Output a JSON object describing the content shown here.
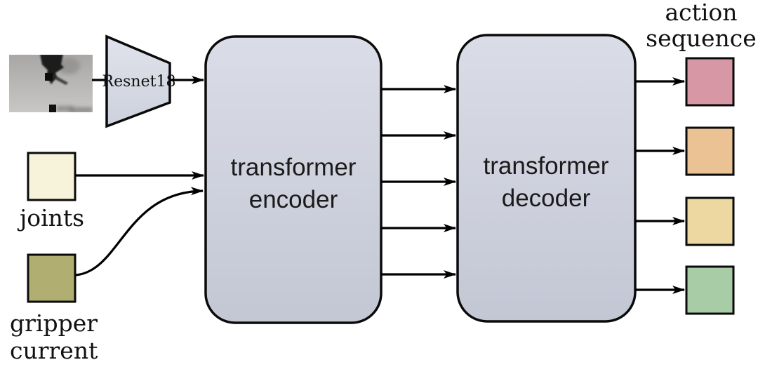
{
  "figure": {
    "type": "transformer-architecture-diagram",
    "resnet": {
      "label": "Resnet18"
    },
    "encoder": {
      "line1": "transformer",
      "line2": "encoder"
    },
    "decoder": {
      "line1": "transformer",
      "line2": "decoder"
    },
    "inputs": {
      "camera": {
        "description": "grayscale camera photo of robot gripper above small object"
      },
      "joints": {
        "label": "joints"
      },
      "gripper_current": {
        "line1": "gripper",
        "line2": "current"
      }
    },
    "outputs": {
      "heading_line1": "action",
      "heading_line2": "sequence",
      "square_count": 4
    },
    "arrows": {
      "encoder_to_decoder_count": 5,
      "decoder_to_output_count": 4
    }
  },
  "colors": {
    "node_fill_top": "#dadde7",
    "node_fill_bottom": "#c3c7d4",
    "trapezoid_fill_top": "#e0e3eb",
    "trapezoid_fill_bottom": "#cdd1dc",
    "outline": "#0a0a0a",
    "joints_square": "#f7f2da",
    "gripper_square": "#b1ae71",
    "action_squares": [
      "#d897a4",
      "#ebc293",
      "#ecd8a0",
      "#a8cca6"
    ],
    "photo_top": "#a9a7a5",
    "photo_bottom": "#c9c7c4"
  }
}
